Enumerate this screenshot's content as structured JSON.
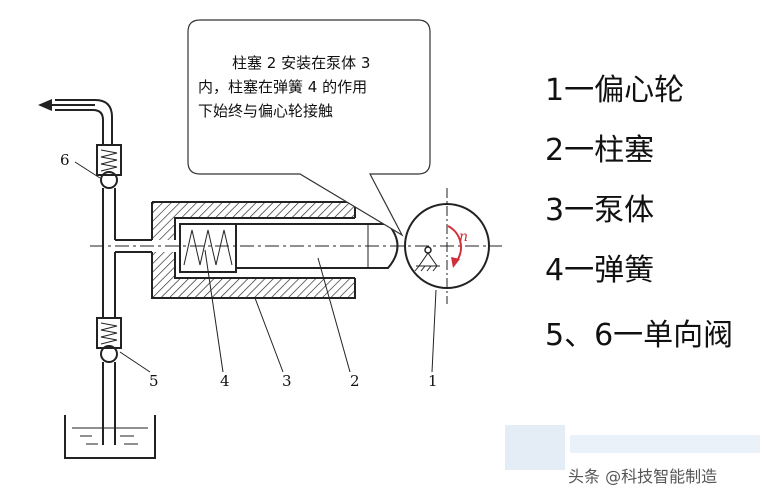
{
  "callout": {
    "lines": [
      "柱塞 2 安装在泵体 3",
      "内，柱塞在弹簧 4 的作用",
      "下始终与偏心轮接触"
    ]
  },
  "legend": [
    "1一偏心轮",
    "2一柱塞",
    "3一泵体",
    "4一弹簧",
    "5、6一单向阀"
  ],
  "parts": {
    "p1": "1",
    "p2": "2",
    "p3": "3",
    "p4": "4",
    "p5": "5",
    "p6": "6"
  },
  "rotation_symbol": "n",
  "watermark": "头条 @科技智能制造",
  "colors": {
    "rotation_arrow": "#d0303a",
    "line": "#222222"
  }
}
